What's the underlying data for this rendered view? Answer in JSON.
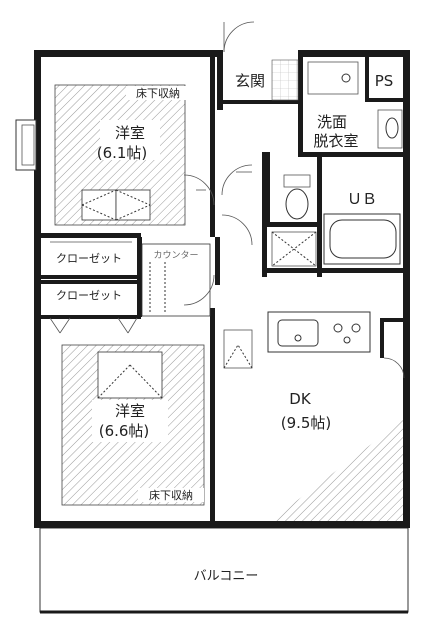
{
  "rooms": {
    "western_room_1": {
      "name": "洋室",
      "size": "(6.1帖)",
      "storage": "床下収納"
    },
    "western_room_2": {
      "name": "洋室",
      "size": "(6.6帖)",
      "storage": "床下収納"
    },
    "entrance": "玄関",
    "ps": "PS",
    "washroom_line1": "洗面",
    "washroom_line2": "脱衣室",
    "bath": "ＵＢ",
    "closet_1": "クローゼット",
    "closet_2": "クローゼット",
    "counter": "カウンター",
    "dk": {
      "name": "DK",
      "size": "(9.5帖)"
    },
    "balcony": "バルコニー"
  }
}
